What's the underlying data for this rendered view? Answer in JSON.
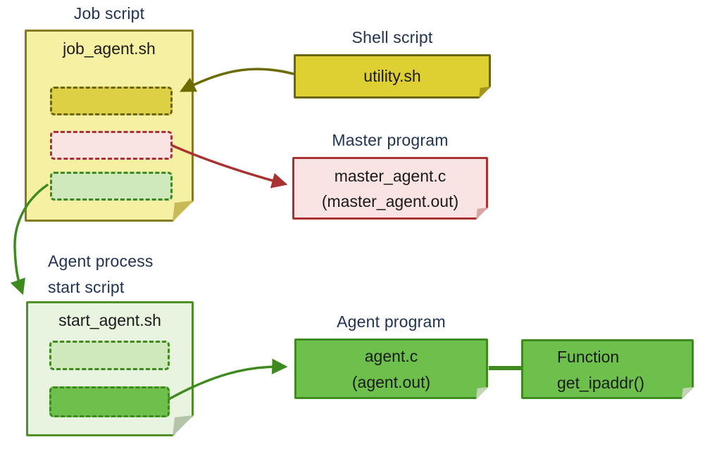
{
  "diagram": {
    "labels": {
      "job_script": "Job script",
      "shell_script": "Shell script",
      "master_program": "Master program",
      "agent_process_l1": "Agent process",
      "agent_process_l2": "start script",
      "agent_program": "Agent program"
    },
    "nodes": {
      "job_note": {
        "name": "job_agent.sh"
      },
      "utility": {
        "name": "utility.sh"
      },
      "master": {
        "source": "master_agent.c",
        "binary": "(master_agent.out)"
      },
      "start_note": {
        "name": "start_agent.sh"
      },
      "agent": {
        "source": "agent.c",
        "binary": "(agent.out)"
      },
      "function": {
        "kind": "Function",
        "name": "get_ipaddr()"
      }
    },
    "edges": [
      {
        "from": "utility.sh",
        "to": "job_agent.sh shell-call slot",
        "color": "#6b6b00",
        "style": "curved-arrow"
      },
      {
        "from": "job_agent.sh master-call slot",
        "to": "master_agent.c",
        "color": "#a93232",
        "style": "curved-arrow"
      },
      {
        "from": "job_agent.sh start-call slot",
        "to": "start_agent.sh",
        "color": "#3e8a1e",
        "style": "curved-arrow"
      },
      {
        "from": "start_agent.sh agent-call slot",
        "to": "agent.c",
        "color": "#3e8a1e",
        "style": "curved-arrow"
      },
      {
        "from": "agent.c",
        "to": "get_ipaddr()",
        "color": "#3e8a1e",
        "style": "thick-line"
      }
    ],
    "colors": {
      "page_bg": "#ffffff",
      "label_text": "#203353",
      "node_text": "#1a1a1a",
      "yellow_note_fill": "#f6f1a2",
      "yellow_note_border": "#867b20",
      "yellow_block_fill": "#ded045",
      "yellow_block_border": "#6b6318",
      "shell_fill": "#ded032",
      "shell_border": "#6b6614",
      "pink_fill": "#f9e3e3",
      "red_border": "#a93232",
      "green_border": "#3e8a1e",
      "green_note_fill": "#e9f4e0",
      "green_note_border": "#4c9027",
      "green_light_fill": "#cfe8bc",
      "green_dark_fill": "#6dc04b",
      "arrow_olive": "#6b6b00",
      "arrow_red": "#a93232",
      "arrow_green": "#3e8a1e",
      "fold_yellow_note": "#c9b957",
      "fold_green_note": "#b5c3a8",
      "fold_shell": "#a39620",
      "fold_master": "#d8a3a3",
      "fold_agent": "#c4d4b4"
    }
  }
}
